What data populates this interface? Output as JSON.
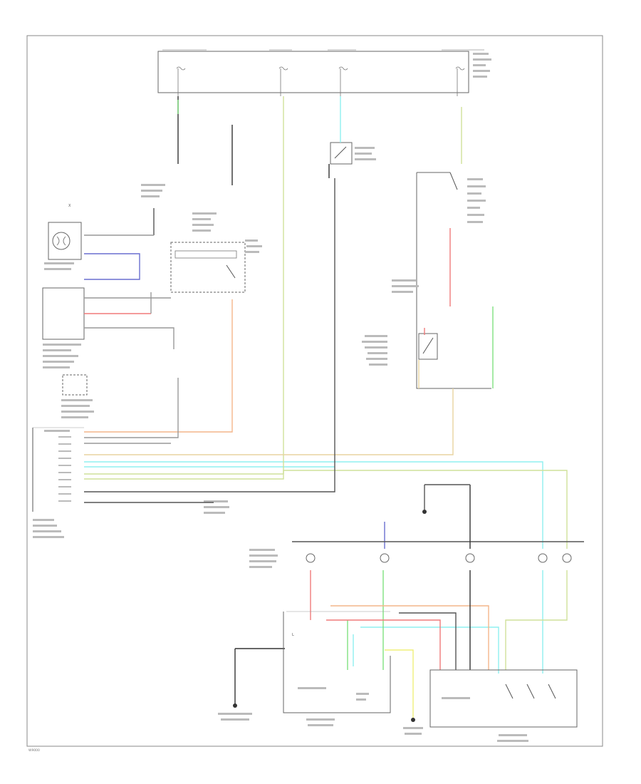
{
  "diagram": {
    "footer_code": "W9000",
    "legible_text": {
      "text_1": "X",
      "text_2": "L"
    },
    "wire_colors": {
      "black": "#333333",
      "gray": "#999999",
      "blue": "#6a6fd0",
      "green": "#7fe07f",
      "cyan": "#8ff0f0",
      "orange": "#f4b68a",
      "red": "#f07a7a",
      "yellow": "#f0f07a",
      "olive": "#cfe09a",
      "tan": "#e8d4a0"
    }
  }
}
